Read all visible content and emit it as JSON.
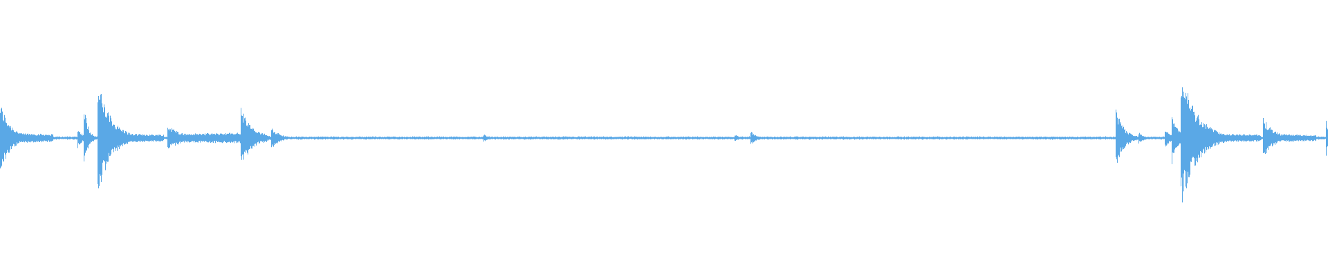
{
  "waveform": {
    "color": "#5aa8e6",
    "background": "#ffffff",
    "baseline_amplitude": 0.01,
    "noise_amplitude": 0.006,
    "events": [
      {
        "position": 0.0,
        "peak": 0.33,
        "decay": 0.008,
        "sustain": 0.05,
        "sustain_len": 0.04
      },
      {
        "position": 0.058,
        "peak": 0.1,
        "decay": 0.004,
        "sustain": 0.03,
        "sustain_len": 0.004
      },
      {
        "position": 0.063,
        "peak": 0.32,
        "decay": 0.003,
        "sustain": 0.06,
        "sustain_len": 0.006
      },
      {
        "position": 0.073,
        "peak": 0.55,
        "decay": 0.01,
        "sustain": 0.045,
        "sustain_len": 0.05
      },
      {
        "position": 0.126,
        "peak": 0.12,
        "decay": 0.012,
        "sustain": 0.03,
        "sustain_len": 0.004
      },
      {
        "position": 0.138,
        "peak": 0.04,
        "decay": 0.004,
        "sustain": 0.05,
        "sustain_len": 0.043,
        "rising": true
      },
      {
        "position": 0.181,
        "peak": 0.3,
        "decay": 0.008,
        "sustain": 0.06,
        "sustain_len": 0.02
      },
      {
        "position": 0.204,
        "peak": 0.11,
        "decay": 0.006,
        "sustain": 0.03,
        "sustain_len": 0.01
      },
      {
        "position": 0.364,
        "peak": 0.04,
        "decay": 0.003,
        "sustain": 0.01,
        "sustain_len": 0.002
      },
      {
        "position": 0.553,
        "peak": 0.04,
        "decay": 0.003,
        "sustain": 0.01,
        "sustain_len": 0.002
      },
      {
        "position": 0.565,
        "peak": 0.07,
        "decay": 0.004,
        "sustain": 0.02,
        "sustain_len": 0.003
      },
      {
        "position": 0.84,
        "peak": 0.28,
        "decay": 0.006,
        "sustain": 0.04,
        "sustain_len": 0.008
      },
      {
        "position": 0.857,
        "peak": 0.06,
        "decay": 0.004,
        "sustain": 0.02,
        "sustain_len": 0.004
      },
      {
        "position": 0.877,
        "peak": 0.1,
        "decay": 0.004,
        "sustain": 0.03,
        "sustain_len": 0.004
      },
      {
        "position": 0.882,
        "peak": 0.28,
        "decay": 0.004,
        "sustain": 0.06,
        "sustain_len": 0.005
      },
      {
        "position": 0.889,
        "peak": 0.65,
        "decay": 0.012,
        "sustain": 0.045,
        "sustain_len": 0.06
      },
      {
        "position": 0.951,
        "peak": 0.19,
        "decay": 0.008,
        "sustain": 0.04,
        "sustain_len": 0.04
      },
      {
        "position": 0.998,
        "peak": 0.18,
        "decay": 0.004,
        "sustain": 0.05,
        "sustain_len": 0.002
      }
    ]
  }
}
